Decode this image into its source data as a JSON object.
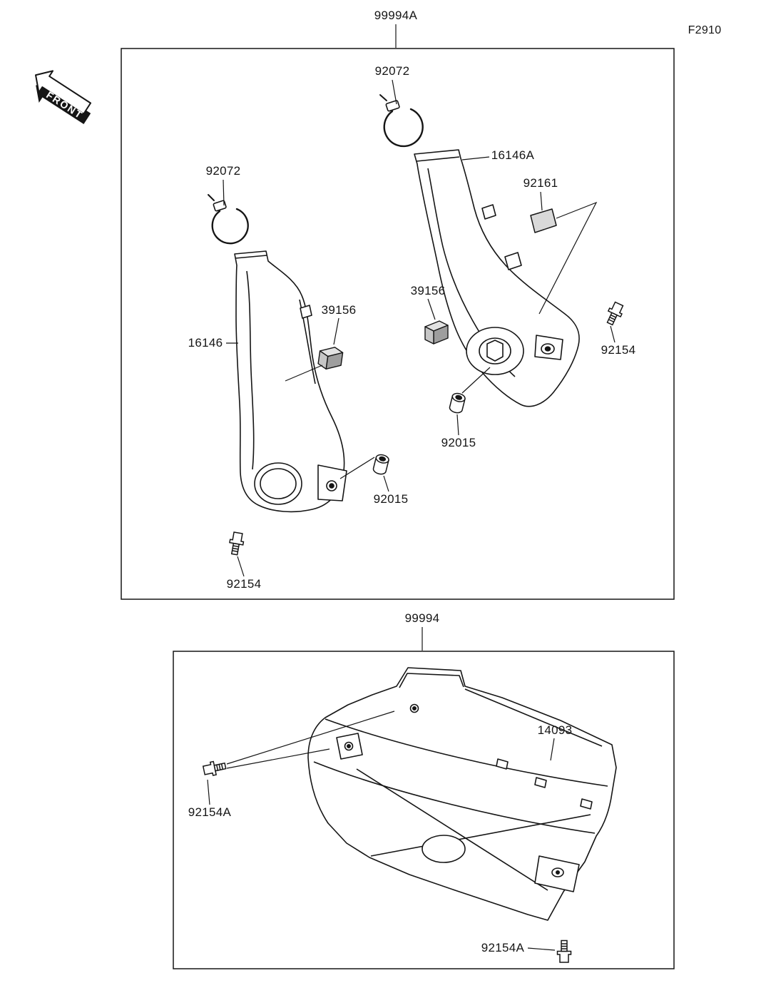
{
  "page": {
    "figure_code": "F2910",
    "front_label": "FRONT"
  },
  "labels": {
    "assembly_top": "99994A",
    "assembly_bottom": "99994",
    "clamp_top": "92072",
    "clamp_left": "92072",
    "cover_right": "16146A",
    "cover_left": "16146",
    "pad": "92161",
    "damper_right": "39156",
    "damper_left": "39156",
    "bolt_right": "92154",
    "bolt_left": "92154",
    "grommet_right": "92015",
    "grommet_left": "92015",
    "skid_plate": "14093",
    "bolt_plate_left": "92154A",
    "bolt_plate_bottom": "92154A"
  }
}
